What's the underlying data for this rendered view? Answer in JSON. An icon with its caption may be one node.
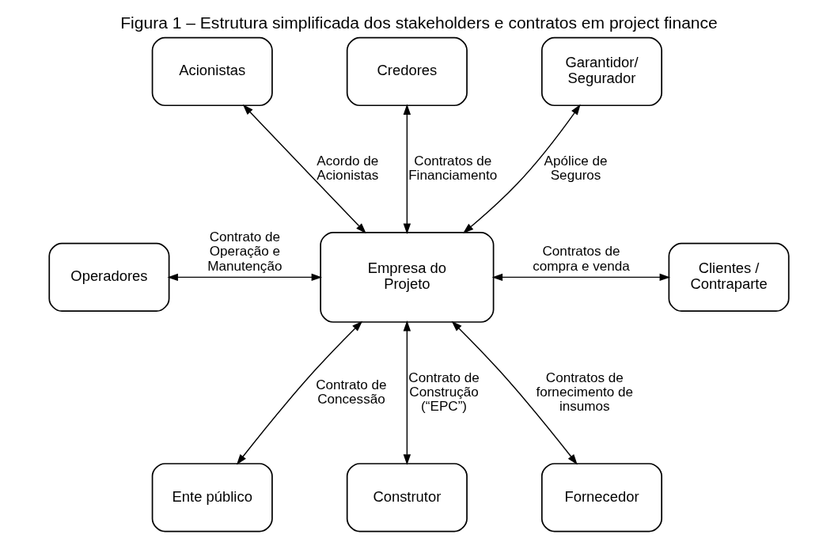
{
  "diagram": {
    "title": "Figura 1 – Estrutura simplificada dos stakeholders e contratos em project finance",
    "nodes": [
      {
        "text": [
          "Acionistas"
        ]
      },
      {
        "text": [
          "Credores"
        ]
      },
      {
        "text": [
          "Garantidor/ Segurador"
        ]
      },
      {
        "text": [
          "Operadores"
        ]
      },
      {
        "text": [
          "Empresa do Projeto"
        ]
      },
      {
        "text": [
          "Clientes / Contraparte"
        ]
      },
      {
        "text": [
          "Ente público"
        ]
      },
      {
        "text": [
          "Construtor"
        ]
      },
      {
        "text": [
          "Fornecedor"
        ]
      }
    ],
    "edges": [
      {
        "from": 1,
        "to": 4,
        "arrow": "both",
        "label": "Contratos de Financiamento"
      },
      {
        "from": 0,
        "to": 4,
        "arrow": "both",
        "label": "Acordo de Acionistas"
      },
      {
        "from": 2,
        "to": 4,
        "arrow": "both",
        "label": "Apólice de Seguros"
      },
      {
        "from": 3,
        "to": 4,
        "arrow": "both",
        "label": "Contrato de Operação e Manutenção"
      },
      {
        "from": 4,
        "to": 5,
        "arrow": "both",
        "label": "Contratos de compra e venda"
      },
      {
        "from": 4,
        "to": 6,
        "arrow": "both",
        "label": "Contrato de Concessão"
      },
      {
        "from": 4,
        "to": 7,
        "arrow": "both",
        "label": "Contrato de Construção (“EPC”)"
      },
      {
        "from": 4,
        "to": 8,
        "arrow": "both",
        "label": "Contratos de fornecimento de insumos"
      }
    ]
  }
}
